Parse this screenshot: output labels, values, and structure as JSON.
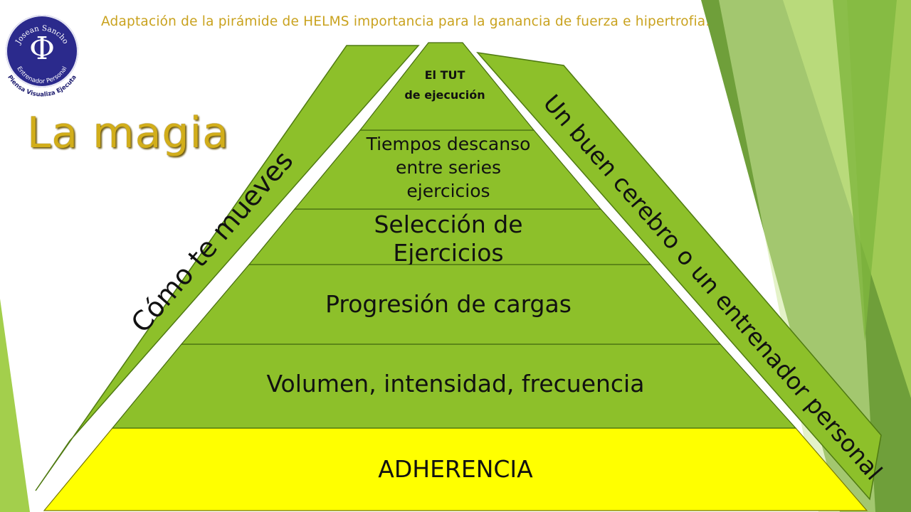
{
  "header": {
    "title": "Adaptación de la pirámide de HELMS importancia para la ganancia de fuerza e hipertrofia.",
    "main_title": "La magia"
  },
  "logo": {
    "top_text": "Josean Sancho",
    "bottom_text": "Entrenador Personal",
    "tagline": "Piensa Visualiza Ejecuta",
    "symbol": "Φ"
  },
  "pyramid": {
    "tiers": [
      {
        "label_line1": "El TUT",
        "label_line2": "de ejecución",
        "color": "#8dc02a"
      },
      {
        "label_line1": "Tiempos descanso",
        "label_line2": "entre series",
        "label_line3": "ejercicios",
        "color": "#8dc02a"
      },
      {
        "label_line1": "Selección de",
        "label_line2": "Ejercicios",
        "color": "#8dc02a"
      },
      {
        "label": "Progresión de cargas",
        "color": "#8dc02a"
      },
      {
        "label": "Volumen, intensidad, frecuencia",
        "color": "#8dc02a"
      },
      {
        "label": "ADHERENCIA",
        "color": "#ffff00"
      }
    ]
  },
  "sides": {
    "left_label": "Cómo te mueves",
    "right_label": "Un buen cerebro o un entrenador personal",
    "color": "#8dc02a",
    "border": "#4f7a12"
  }
}
